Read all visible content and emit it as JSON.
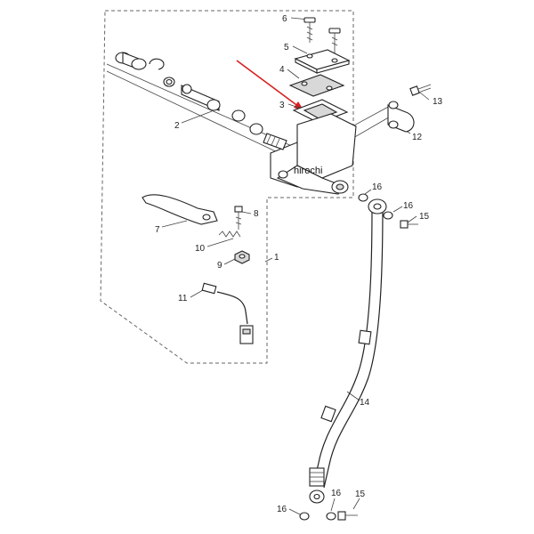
{
  "watermark": "hirochi",
  "callouts": {
    "c1": "1",
    "c2": "2",
    "c3": "3",
    "c4": "4",
    "c5": "5",
    "c6": "6",
    "c7": "7",
    "c8": "8",
    "c9": "9",
    "c10": "10",
    "c11": "11",
    "c12": "12",
    "c13": "13",
    "c14": "14",
    "c15a": "15",
    "c15b": "15",
    "c16a": "16",
    "c16b": "16",
    "c16c": "16",
    "c16d": "16"
  },
  "colors": {
    "arrow": "#d62020",
    "line": "#222222",
    "dashed": "#666666"
  }
}
